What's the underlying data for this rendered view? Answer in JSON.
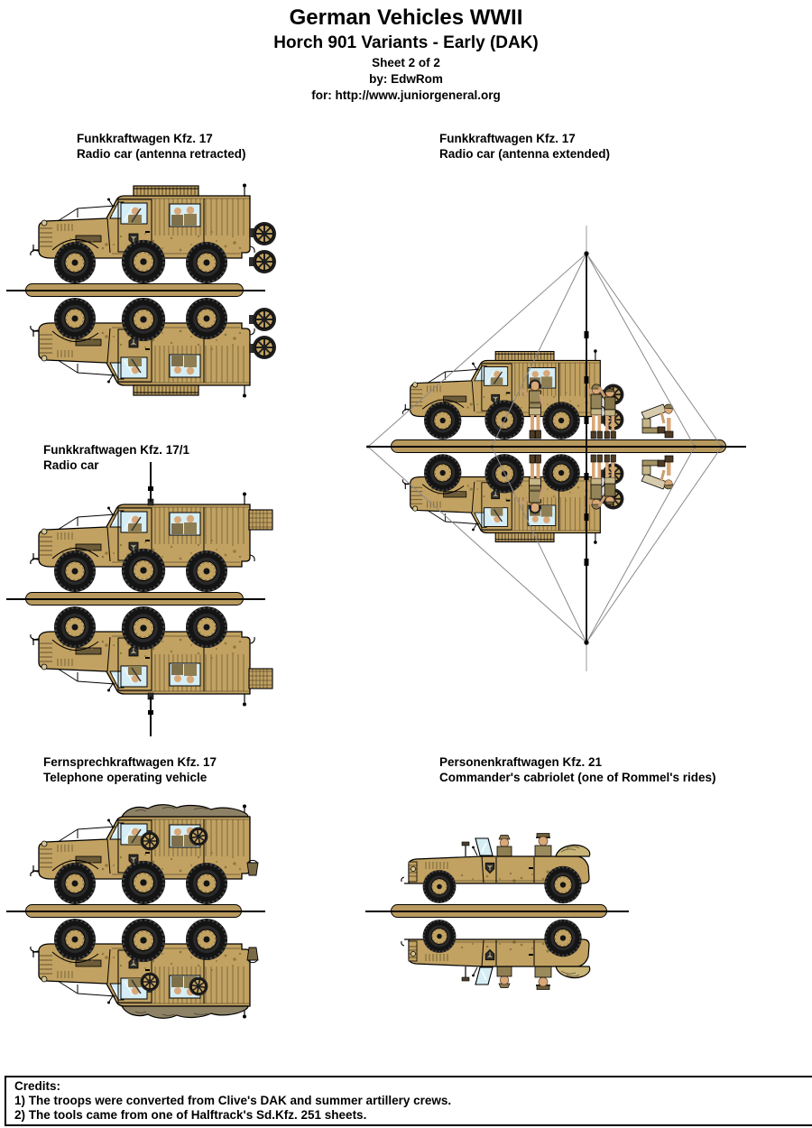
{
  "page": {
    "title": "German Vehicles WWII",
    "subtitle": "Horch 901 Variants - Early (DAK)",
    "sheet": "Sheet 2 of 2",
    "byline": "by: EdwRom",
    "for_line": "for: http://www.juniorgeneral.org"
  },
  "sections": [
    {
      "id": "kfz17-retracted",
      "title": "Funkkraftwagen Kfz. 17",
      "subtitle": "Radio car (antenna retracted)",
      "illustration": "box-body radio car with roof basket and rear cable drums, mirrored for fold-over base"
    },
    {
      "id": "kfz17-extended",
      "title": "Funkkraftwagen Kfz. 17",
      "subtitle": "Radio car (antenna extended)",
      "illustration": "radio car with raised telescopic mast, guy wires and four crew figures, mirrored"
    },
    {
      "id": "kfz17-1",
      "title": "Funkkraftwagen Kfz. 17/1",
      "subtitle": "Radio car",
      "illustration": "box-body radio car with roof whip antenna and rear rack, mirrored"
    },
    {
      "id": "fernsprech-kfz17",
      "title": "Fernsprechkraftwagen Kfz. 17",
      "subtitle": "Telephone operating vehicle",
      "illustration": "box-body vehicle with tarpaulin roof load, side cable drums and bucket, mirrored"
    },
    {
      "id": "kfz21",
      "title": "Personenkraftwagen Kfz. 21",
      "subtitle": "Commander's cabriolet (one of Rommel's rides)",
      "illustration": "open cabriolet with driver and peaked-cap officer, folded canvas top, mirrored"
    }
  ],
  "credits": {
    "heading": "Credits:",
    "lines": [
      "1) The troops were converted from Clive's DAK and summer artillery crews.",
      "2) The tools came from one of Halftrack's Sd.Kfz. 251 sheets."
    ]
  },
  "colors": {
    "body_tan": "#C2A262",
    "base_strip": "#B8995E",
    "tarp_gray": "#8E8266",
    "window_blue": "#D5EDF4",
    "skin": "#D9A878",
    "uniform_khaki": "#9A8A5C",
    "wire_gray": "#8A8A8A",
    "tire_black": "#141414",
    "text_black": "#000000"
  }
}
